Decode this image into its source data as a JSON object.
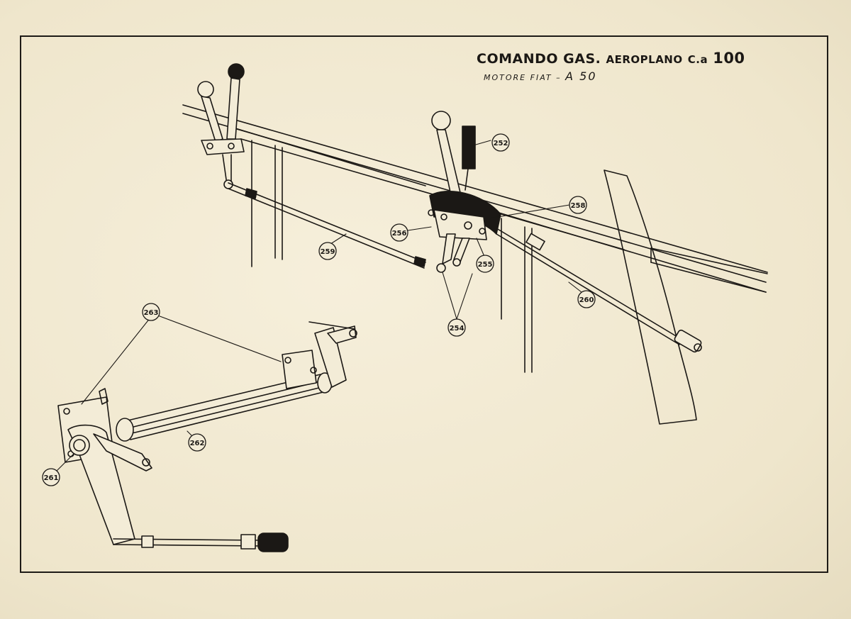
{
  "title": {
    "part1": "COMANDO GAS.",
    "part2": "AEROPLANO",
    "part3": "C.a",
    "part4": "100"
  },
  "subtitle": {
    "part1": "MOTORE FIAT",
    "part2": "–",
    "part3": "A 50"
  },
  "callouts": {
    "c252": "252",
    "c254": "254",
    "c255": "255",
    "c256": "256",
    "c258": "258",
    "c259": "259",
    "c260": "260",
    "c261": "261",
    "c262": "262",
    "c263": "263"
  },
  "colors": {
    "paper": "#efe6cf",
    "ink": "#1b1815"
  }
}
